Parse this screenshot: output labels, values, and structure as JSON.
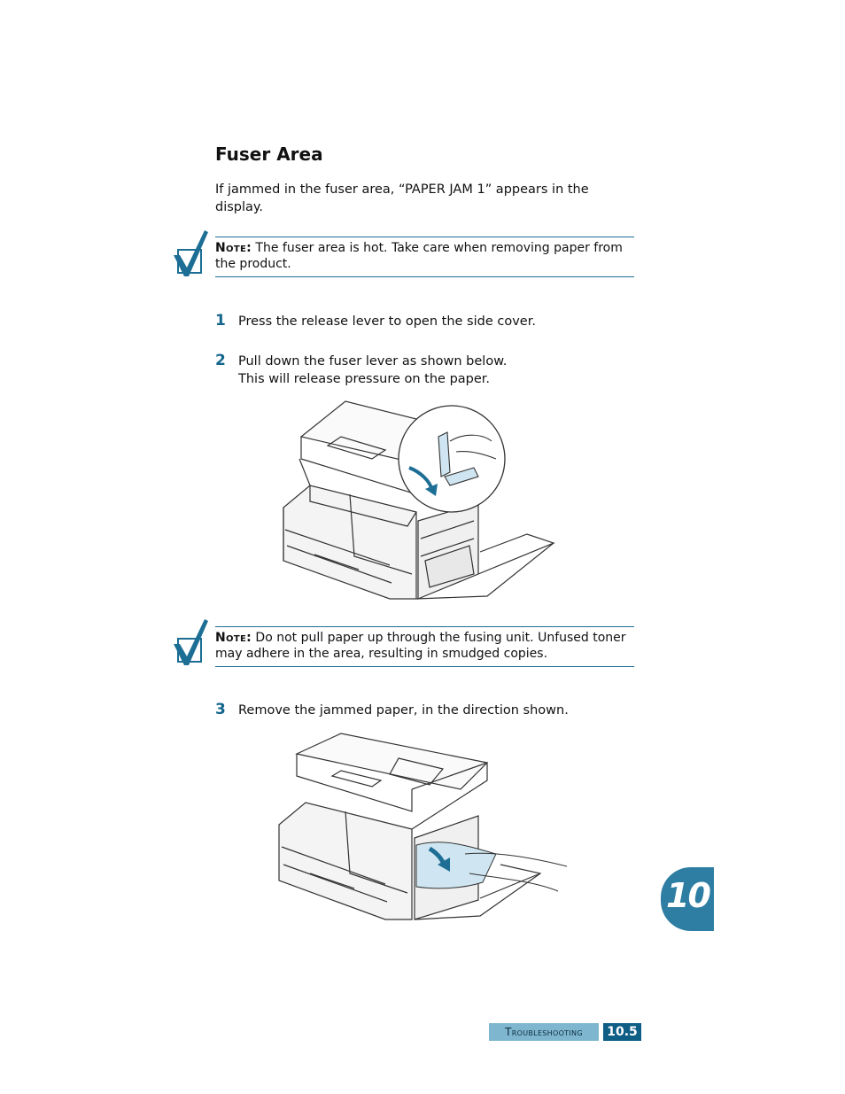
{
  "section": {
    "title": "Fuser Area",
    "intro": "If jammed in the fuser area, “PAPER JAM 1” appears in the display."
  },
  "notes": [
    {
      "label": "Note:",
      "text": " The fuser area is hot. Take care when removing paper from the product."
    },
    {
      "label": "Note:",
      "text": " Do not pull paper up through the fusing unit. Unfused toner may adhere in the area, resulting in smudged copies."
    }
  ],
  "steps": [
    {
      "num": "1",
      "text": "Press the release lever to open the side cover."
    },
    {
      "num": "2",
      "text": "Pull down the fuser lever as shown below.",
      "text2": "This will release pressure on the paper."
    },
    {
      "num": "3",
      "text": "Remove the jammed paper, in the direction shown."
    }
  ],
  "chapter_tab": "10",
  "footer": {
    "label": "Troubleshooting",
    "page": "10.5"
  },
  "colors": {
    "accent": "#14658d",
    "tab": "#2e7ea3",
    "footer_light": "#7fb6cf",
    "footer_dark": "#0e5e85"
  },
  "icons": [
    "checkmark-note-icon"
  ]
}
